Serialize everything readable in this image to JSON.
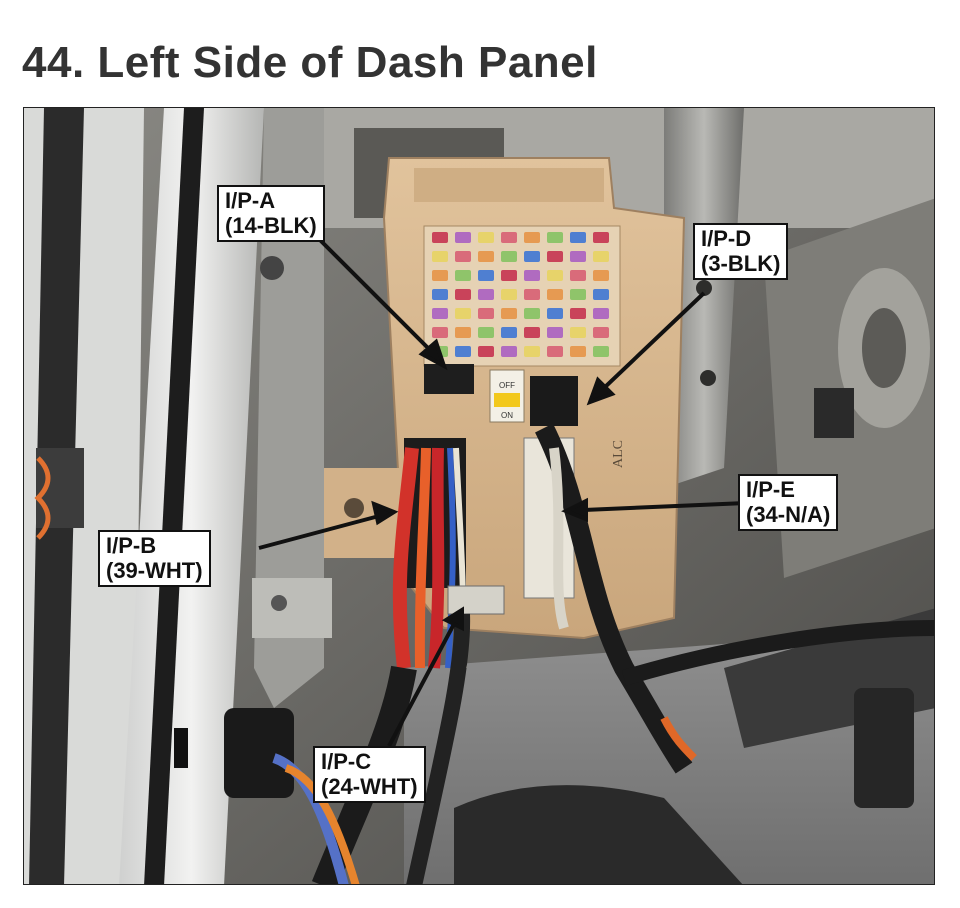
{
  "title": "44. Left Side of Dash Panel",
  "callouts": {
    "ipa": {
      "name": "I/P-A",
      "spec": "(14-BLK)"
    },
    "ipb": {
      "name": "I/P-B",
      "spec": "(39-WHT)"
    },
    "ipc": {
      "name": "I/P-C",
      "spec": "(24-WHT)"
    },
    "ipd": {
      "name": "I/P-D",
      "spec": "(3-BLK)"
    },
    "ipe": {
      "name": "I/P-E",
      "spec": "(34-N/A)"
    }
  },
  "fuse_box": {
    "switch_off": "OFF",
    "switch_on": "ON",
    "side_text": "ALC"
  },
  "colors": {
    "title": "#333333",
    "panel_tan": "#d8b68f",
    "arrow": "#111111"
  }
}
